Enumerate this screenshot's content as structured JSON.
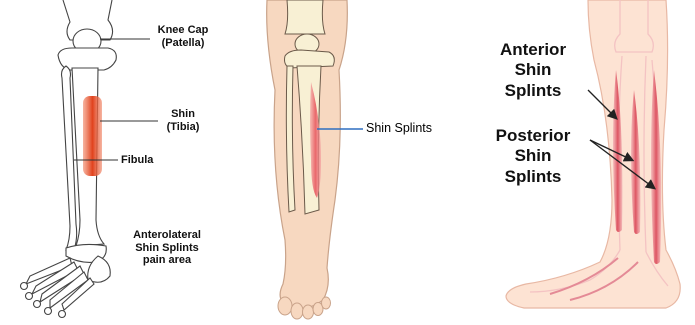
{
  "panel_1": {
    "labels": {
      "knee_cap": "Knee Cap",
      "patella": "(Patella)",
      "shin": "Shin",
      "tibia": "(Tibia)",
      "fibula": "Fibula",
      "pain_area_line1": "Anterolateral",
      "pain_area_line2": "Shin Splints",
      "pain_area_line3": "pain area"
    },
    "highlight_color": "#e0411c"
  },
  "panel_2": {
    "labels": {
      "shin_splints": "Shin Splints"
    },
    "skin_color": "#f7d8c0",
    "bone_color": "#f8f0d4",
    "muscle_color": "#e8575e",
    "pointer_color": "#2f6fc0"
  },
  "panel_3": {
    "labels": {
      "anterior_line1": "Anterior",
      "anterior_line2": "Shin",
      "anterior_line3": "Splints",
      "posterior_line1": "Posterior",
      "posterior_line2": "Shin",
      "posterior_line3": "Splints"
    },
    "skin_color": "#fde3d3",
    "muscle_color": "#dc4e5c"
  }
}
